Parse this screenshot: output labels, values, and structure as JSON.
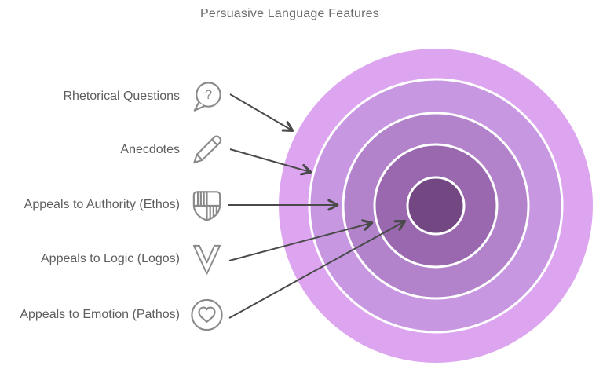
{
  "title": "Persuasive Language Features",
  "items": [
    {
      "label": "Rhetorical Questions",
      "icon": "speech-bubble-question",
      "target_ring": 1
    },
    {
      "label": "Anecdotes",
      "icon": "pencil",
      "target_ring": 2
    },
    {
      "label": "Appeals to Authority (Ethos)",
      "icon": "shield",
      "target_ring": 3
    },
    {
      "label": "Appeals to Logic (Logos)",
      "icon": "letter-v",
      "target_ring": 4
    },
    {
      "label": "Appeals to Emotion (Pathos)",
      "icon": "heart-in-circle",
      "target_ring": 5
    }
  ],
  "icon_glyphs": {
    "question_mark": "?"
  },
  "target": {
    "ring_count": 5,
    "rings": [
      {
        "level": 1,
        "radius": 200,
        "color": "#dda5f0"
      },
      {
        "level": 2,
        "radius": 161,
        "color": "#c897e2"
      },
      {
        "level": 3,
        "radius": 118,
        "color": "#b283ca"
      },
      {
        "level": 4,
        "radius": 78,
        "color": "#9968ae"
      },
      {
        "level": 5,
        "radius": 36,
        "color": "#734781"
      }
    ],
    "ring_gap_color": "#ffffff"
  },
  "colors": {
    "title_text": "#6b6b6b",
    "label_text": "#5e5e5e",
    "icon_stroke": "#8a8a8a",
    "arrow": "#4a4a4a",
    "background": "#ffffff"
  }
}
